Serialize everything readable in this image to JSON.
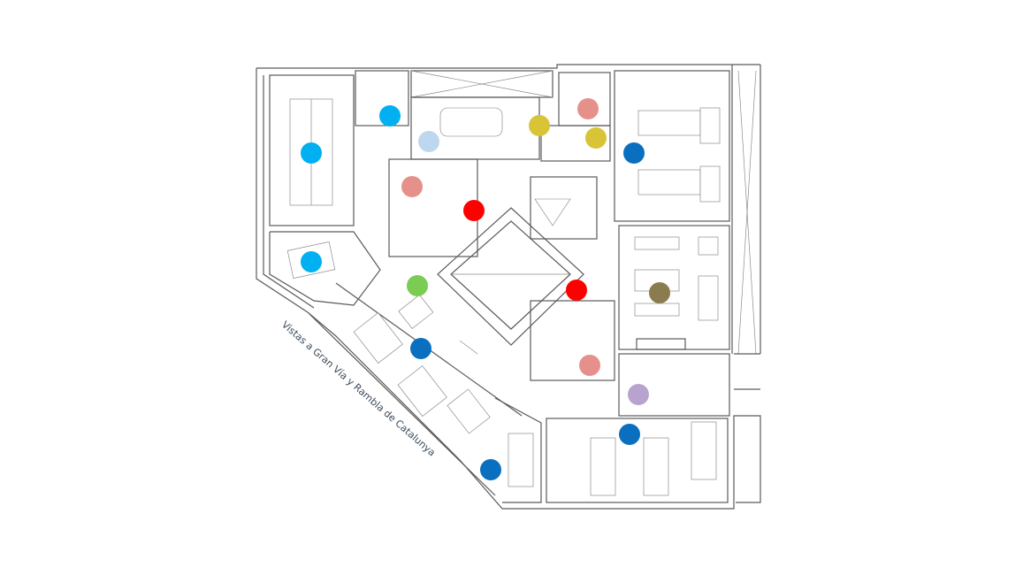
{
  "caption": "Vistas a Gran Vía y Rambla de Catalunya",
  "markers": [
    {
      "id": "m1",
      "color": "#00b0f0"
    },
    {
      "id": "m2",
      "color": "#00b0f0"
    },
    {
      "id": "m3",
      "color": "#00b0f0"
    },
    {
      "id": "m4",
      "color": "#bdd7ee"
    },
    {
      "id": "m5",
      "color": "#d9c336"
    },
    {
      "id": "m6",
      "color": "#d9c336"
    },
    {
      "id": "m7",
      "color": "#e6908c"
    },
    {
      "id": "m8",
      "color": "#e6908c"
    },
    {
      "id": "m9",
      "color": "#e6908c"
    },
    {
      "id": "m10",
      "color": "#ff0000"
    },
    {
      "id": "m11",
      "color": "#ff0000"
    },
    {
      "id": "m12",
      "color": "#7acc52"
    },
    {
      "id": "m13",
      "color": "#0a6fbf"
    },
    {
      "id": "m14",
      "color": "#0a6fbf"
    },
    {
      "id": "m15",
      "color": "#0a6fbf"
    },
    {
      "id": "m16",
      "color": "#0a6fbf"
    },
    {
      "id": "m17",
      "color": "#0a6fbf"
    },
    {
      "id": "m18",
      "color": "#8a7c4e"
    },
    {
      "id": "m19",
      "color": "#b8a3cf"
    }
  ]
}
